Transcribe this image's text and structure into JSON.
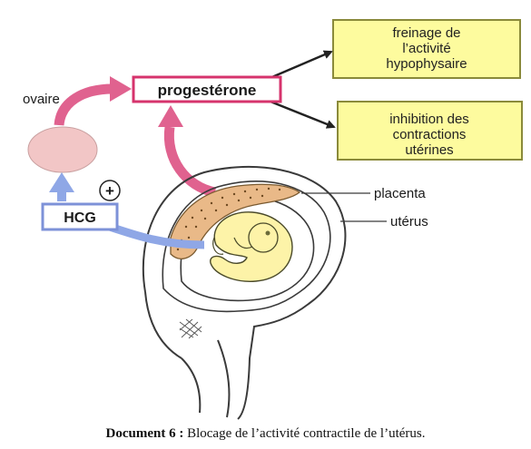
{
  "labels": {
    "ovaire": "ovaire",
    "progesterone": "progestérone",
    "hcg": "HCG",
    "plus": "+",
    "placenta": "placenta",
    "uterus": "utérus"
  },
  "boxes": {
    "freinage": [
      "freinage de",
      "l’activité",
      "hypophysaire"
    ],
    "inhibition": [
      "inhibition des",
      "contractions",
      "utérines"
    ]
  },
  "caption": {
    "bold": "Document 6 :",
    "text": " Blocage de l’activité contractile de l’utérus."
  },
  "colors": {
    "box_fill": "#fdfb9e",
    "box_border": "#8a8a3a",
    "progesterone_border": "#d6336c",
    "pink_arrow": "#e0628f",
    "blue_arrow": "#8fa7e6",
    "hcg_border": "#7d92d8",
    "ovary_fill": "#f2c6c6",
    "placenta_fill": "#e9b988",
    "fetus_fill": "#fdf3a8"
  }
}
